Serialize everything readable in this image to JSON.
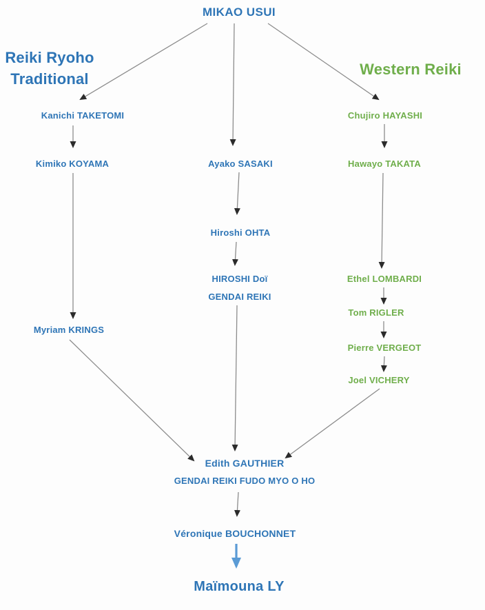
{
  "colors": {
    "traditional_blue": "#2E75B6",
    "western_green": "#6FAE4B",
    "highlight_arrow_blue": "#5B9BD5",
    "edge_gray": "#8c8c8c",
    "arrowhead_black": "#2b2b2b",
    "background": "#fdfdfd"
  },
  "branch_labels": {
    "traditional_line1": "Reiki Ryoho",
    "traditional_line2": "Traditional",
    "western": "Western Reiki"
  },
  "nodes": {
    "mikao_usui": {
      "label": "MIKAO USUI"
    },
    "kanichi_taketomi": {
      "label": "Kanichi TAKETOMI"
    },
    "kimiko_koyama": {
      "label": "Kimiko KOYAMA"
    },
    "myriam_krings": {
      "label": "Myriam KRINGS"
    },
    "ayako_sasaki": {
      "label": "Ayako SASAKI"
    },
    "hiroshi_ohta": {
      "label": "Hiroshi OHTA"
    },
    "hiroshi_doi": {
      "line1": "HIROSHI Doï",
      "line2": "GENDAI REIKI"
    },
    "chujiro_hayashi": {
      "label": "Chujiro HAYASHI"
    },
    "hawayo_takata": {
      "label": "Hawayo TAKATA"
    },
    "ethel_lombardi": {
      "label": "Ethel LOMBARDI"
    },
    "tom_rigler": {
      "label": "Tom RIGLER"
    },
    "pierre_vergeot": {
      "label": "Pierre VERGEOT"
    },
    "joel_vichery": {
      "label": "Joel VICHERY"
    },
    "edith_gauthier": {
      "line1": "Edith GAUTHIER",
      "line2": "GENDAI REIKI FUDO MYO O HO"
    },
    "veronique_bouchonnet": {
      "label": "Véronique BOUCHONNET"
    },
    "maimouna_ly": {
      "label": "Maïmouna LY"
    }
  },
  "edges": [
    {
      "from": "mikao_usui",
      "to": "kanichi_taketomi"
    },
    {
      "from": "mikao_usui",
      "to": "ayako_sasaki"
    },
    {
      "from": "mikao_usui",
      "to": "chujiro_hayashi"
    },
    {
      "from": "kanichi_taketomi",
      "to": "kimiko_koyama"
    },
    {
      "from": "kimiko_koyama",
      "to": "myriam_krings"
    },
    {
      "from": "ayako_sasaki",
      "to": "hiroshi_ohta"
    },
    {
      "from": "hiroshi_ohta",
      "to": "hiroshi_doi"
    },
    {
      "from": "hiroshi_doi",
      "to": "edith_gauthier"
    },
    {
      "from": "chujiro_hayashi",
      "to": "hawayo_takata"
    },
    {
      "from": "hawayo_takata",
      "to": "ethel_lombardi"
    },
    {
      "from": "ethel_lombardi",
      "to": "tom_rigler"
    },
    {
      "from": "tom_rigler",
      "to": "pierre_vergeot"
    },
    {
      "from": "pierre_vergeot",
      "to": "joel_vichery"
    },
    {
      "from": "joel_vichery",
      "to": "edith_gauthier"
    },
    {
      "from": "myriam_krings",
      "to": "edith_gauthier"
    },
    {
      "from": "edith_gauthier",
      "to": "veronique_bouchonnet"
    },
    {
      "from": "veronique_bouchonnet",
      "to": "maimouna_ly",
      "style": "light-blue"
    }
  ]
}
